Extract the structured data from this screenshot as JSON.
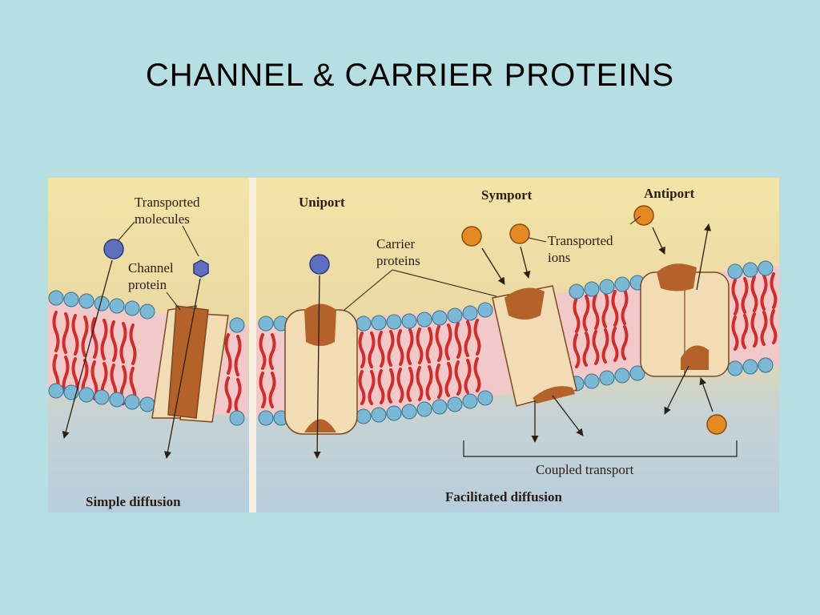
{
  "slide": {
    "title": "CHANNEL & CARRIER PROTEINS"
  },
  "figure": {
    "labels": {
      "transported_molecules_line1": "Transported",
      "transported_molecules_line2": "molecules",
      "channel_protein_line1": "Channel",
      "channel_protein_line2": "protein",
      "uniport": "Uniport",
      "carrier_proteins_line1": "Carrier",
      "carrier_proteins_line2": "proteins",
      "symport": "Symport",
      "transported_ions_line1": "Transported",
      "transported_ions_line2": "ions",
      "antiport": "Antiport",
      "coupled_transport": "Coupled transport",
      "simple_diffusion": "Simple diffusion",
      "facilitated_diffusion": "Facilitated diffusion"
    },
    "colors": {
      "background_top": "#f3e4a6",
      "background_bottom": "#b9cfdb",
      "lipid_head": "#7ab9d6",
      "lipid_tail": "#d42a2a",
      "protein_body": "#f2dcb4",
      "protein_binding": "#b4622a",
      "molecule": "#5e6fc0",
      "ion": "#e58a22"
    }
  }
}
